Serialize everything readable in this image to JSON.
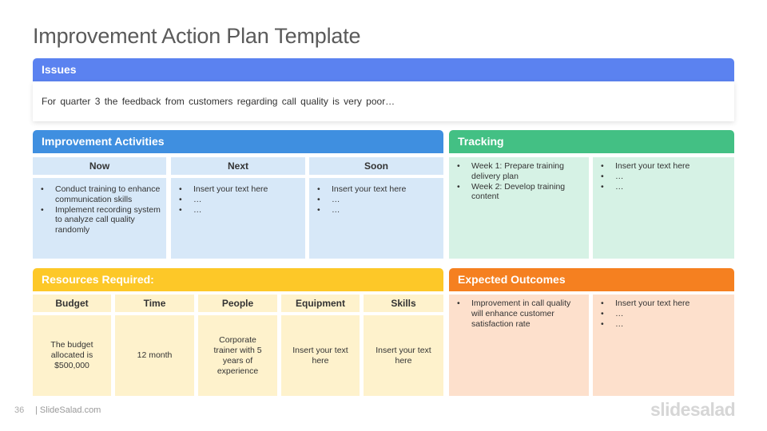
{
  "title": "Improvement Action Plan Template",
  "issues": {
    "label": "Issues",
    "text": "For quarter 3 the feedback from customers regarding call quality is very poor…"
  },
  "improvement": {
    "label": "Improvement Activities",
    "columns": [
      {
        "header": "Now",
        "items": [
          "Conduct training to enhance communication skills",
          "Implement recording system to analyze call quality randomly"
        ]
      },
      {
        "header": "Next",
        "items": [
          "Insert your text here",
          "…",
          "…"
        ]
      },
      {
        "header": "Soon",
        "items": [
          "Insert your text here",
          "…",
          "…"
        ]
      }
    ]
  },
  "tracking": {
    "label": "Tracking",
    "columns": [
      {
        "items": [
          "Week 1: Prepare training delivery plan",
          "Week 2: Develop training content"
        ]
      },
      {
        "items": [
          "Insert your text here",
          "…",
          "…"
        ]
      }
    ]
  },
  "resources": {
    "label": "Resources Required:",
    "columns": [
      {
        "header": "Budget",
        "text": "The budget allocated is $500,000"
      },
      {
        "header": "Time",
        "text": "12 month"
      },
      {
        "header": "People",
        "text": "Corporate trainer with 5 years of experience"
      },
      {
        "header": "Equipment",
        "text": "Insert your text here"
      },
      {
        "header": "Skills",
        "text": "Insert your text here"
      }
    ]
  },
  "outcomes": {
    "label": "Expected Outcomes",
    "columns": [
      {
        "items": [
          "Improvement in call quality will enhance customer satisfaction rate"
        ]
      },
      {
        "items": [
          "Insert your text here",
          "…",
          "…"
        ]
      }
    ]
  },
  "footer": {
    "page_number": "36",
    "site": "| SlideSalad.com",
    "logo": "slidesalad"
  },
  "colors": {
    "issues": "#5b82f0",
    "improvement": "#3f8fe0",
    "tracking": "#43c084",
    "resources": "#fdc828",
    "outcomes": "#f58020"
  }
}
